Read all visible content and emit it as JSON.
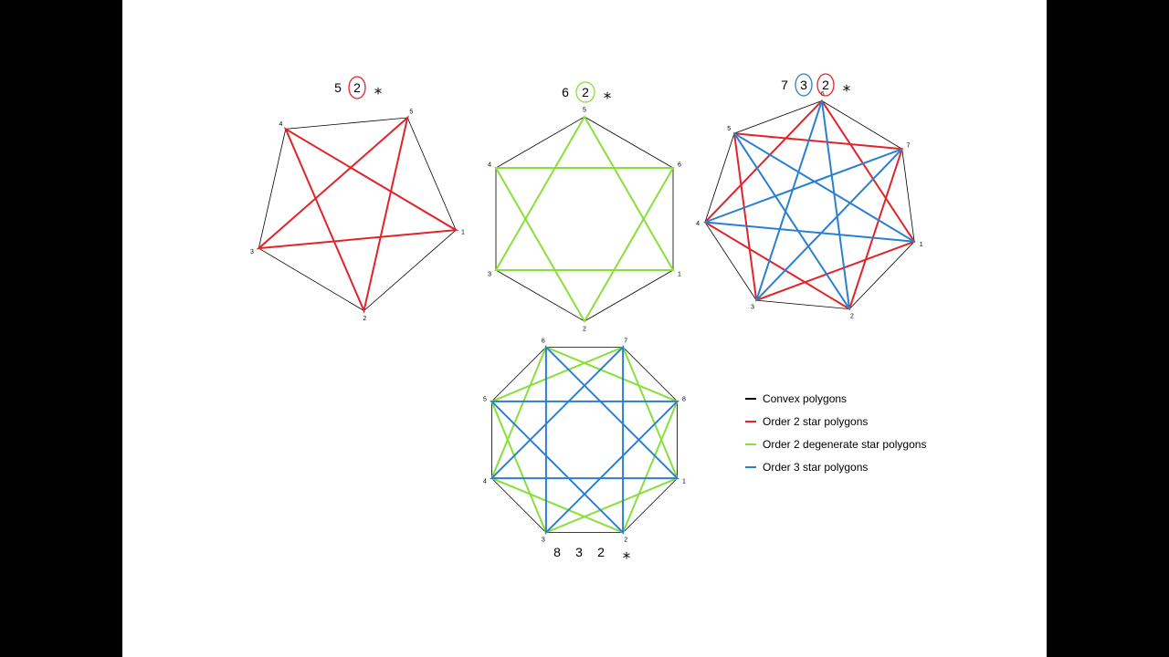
{
  "colors": {
    "convex": "#000000",
    "order2": "#e0242a",
    "degenerate": "#88e03a",
    "order3": "#2b7fd1"
  },
  "polygons": [
    {
      "id": "pentagon",
      "n": 5,
      "vertex_labels": [
        "1",
        "2",
        "3",
        "4",
        "5"
      ],
      "title_parts": [
        {
          "text": "5",
          "circle": null
        },
        {
          "text": "2",
          "circle": "order2"
        },
        {
          "text": "⁎",
          "star": true
        }
      ],
      "star_orders": [
        {
          "k": 2,
          "color": "order2",
          "degenerate": false
        }
      ]
    },
    {
      "id": "hexagon",
      "n": 6,
      "vertex_labels": [
        "1",
        "2",
        "3",
        "4",
        "5",
        "6"
      ],
      "title_parts": [
        {
          "text": "6",
          "circle": null
        },
        {
          "text": "2",
          "circle": "degenerate"
        },
        {
          "text": "⁎",
          "star": true
        }
      ],
      "star_orders": [
        {
          "k": 2,
          "color": "degenerate",
          "degenerate": true
        }
      ]
    },
    {
      "id": "heptagon",
      "n": 7,
      "vertex_labels": [
        "1",
        "2",
        "3",
        "4",
        "5",
        "6",
        "7"
      ],
      "title_parts": [
        {
          "text": "7",
          "circle": null
        },
        {
          "text": "3",
          "circle": "order3"
        },
        {
          "text": "2",
          "circle": "order2"
        },
        {
          "text": "⁎",
          "star": true
        }
      ],
      "star_orders": [
        {
          "k": 2,
          "color": "order2",
          "degenerate": false
        },
        {
          "k": 3,
          "color": "order3",
          "degenerate": false
        }
      ]
    },
    {
      "id": "octagon",
      "n": 8,
      "vertex_labels": [
        "1",
        "2",
        "3",
        "4",
        "5",
        "6",
        "7",
        "8"
      ],
      "title_parts": [
        {
          "text": "8",
          "circle": null
        },
        {
          "text": "3",
          "circle": null
        },
        {
          "text": "2",
          "circle": null
        },
        {
          "text": "⁎",
          "star": true
        }
      ],
      "star_orders": [
        {
          "k": 2,
          "color": "degenerate",
          "degenerate": true
        },
        {
          "k": 3,
          "color": "order3",
          "degenerate": false
        }
      ]
    }
  ],
  "legend": {
    "items": [
      {
        "label": "Convex polygons",
        "color": "convex"
      },
      {
        "label": "Order 2 star polygons",
        "color": "order2"
      },
      {
        "label": "Order 2 degenerate star polygons",
        "color": "degenerate"
      },
      {
        "label": "Order 3 star polygons",
        "color": "order3"
      }
    ]
  }
}
